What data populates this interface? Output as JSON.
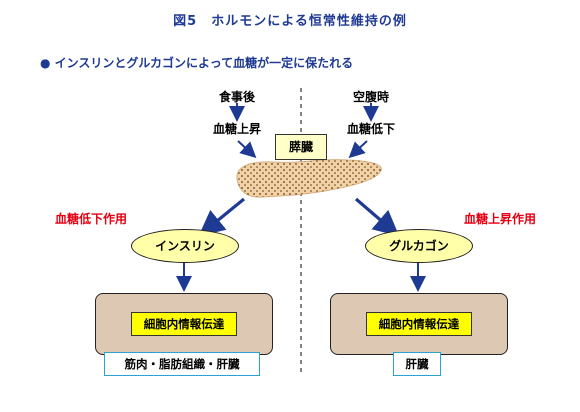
{
  "title": "図5　ホルモンによる恒常性維持の例",
  "subtitle": "● インスリンとグルカゴンによって血糖が一定に保たれる",
  "left": {
    "trigger_top": "食事後",
    "trigger_bottom": "血糖上昇",
    "effect": "血糖低下作用",
    "hormone": "インスリン",
    "signal": "細胞内情報伝達",
    "target": "筋肉・脂肪組織・肝臓"
  },
  "right": {
    "trigger_top": "空腹時",
    "trigger_bottom": "血糖低下",
    "effect": "血糖上昇作用",
    "hormone": "グルカゴン",
    "signal": "細胞内情報伝達",
    "target": "肝臓"
  },
  "organ": "膵臓",
  "colors": {
    "title": "#1f3a93",
    "arrow": "#1f3a93",
    "effect_text": "#e60012",
    "pancreas": "#f2d2a4",
    "hormone_fill": "#ffffaa",
    "signal_fill": "#ddc9b3",
    "signal_label": "#ffff00",
    "target_border": "#29a3d6"
  }
}
